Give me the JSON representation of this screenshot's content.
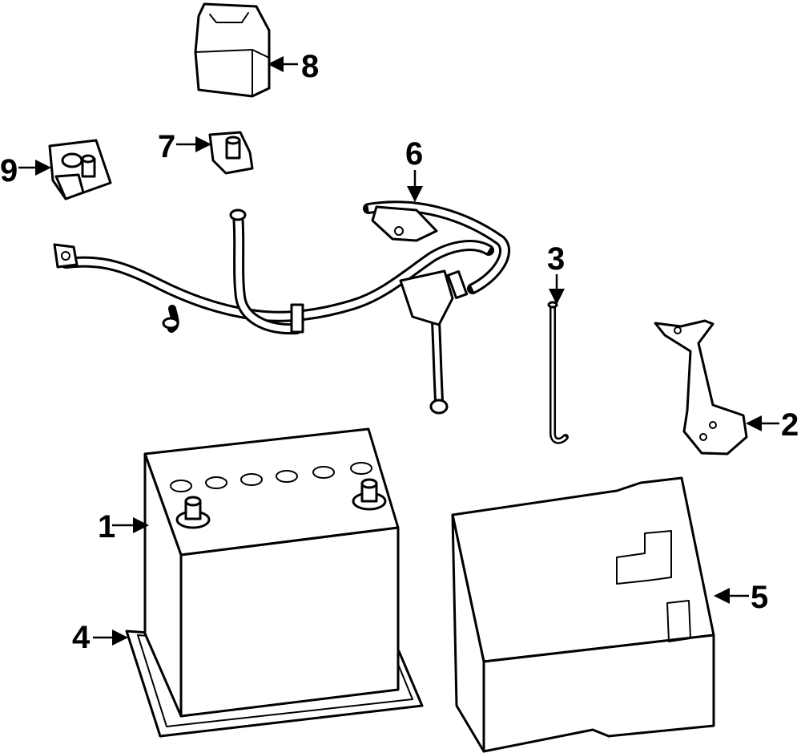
{
  "callouts": {
    "c1": "1",
    "c2": "2",
    "c3": "3",
    "c4": "4",
    "c5": "5",
    "c6": "6",
    "c7": "7",
    "c8": "8",
    "c9": "9"
  },
  "colors": {
    "line": "#000000",
    "fill": "#ffffff"
  }
}
